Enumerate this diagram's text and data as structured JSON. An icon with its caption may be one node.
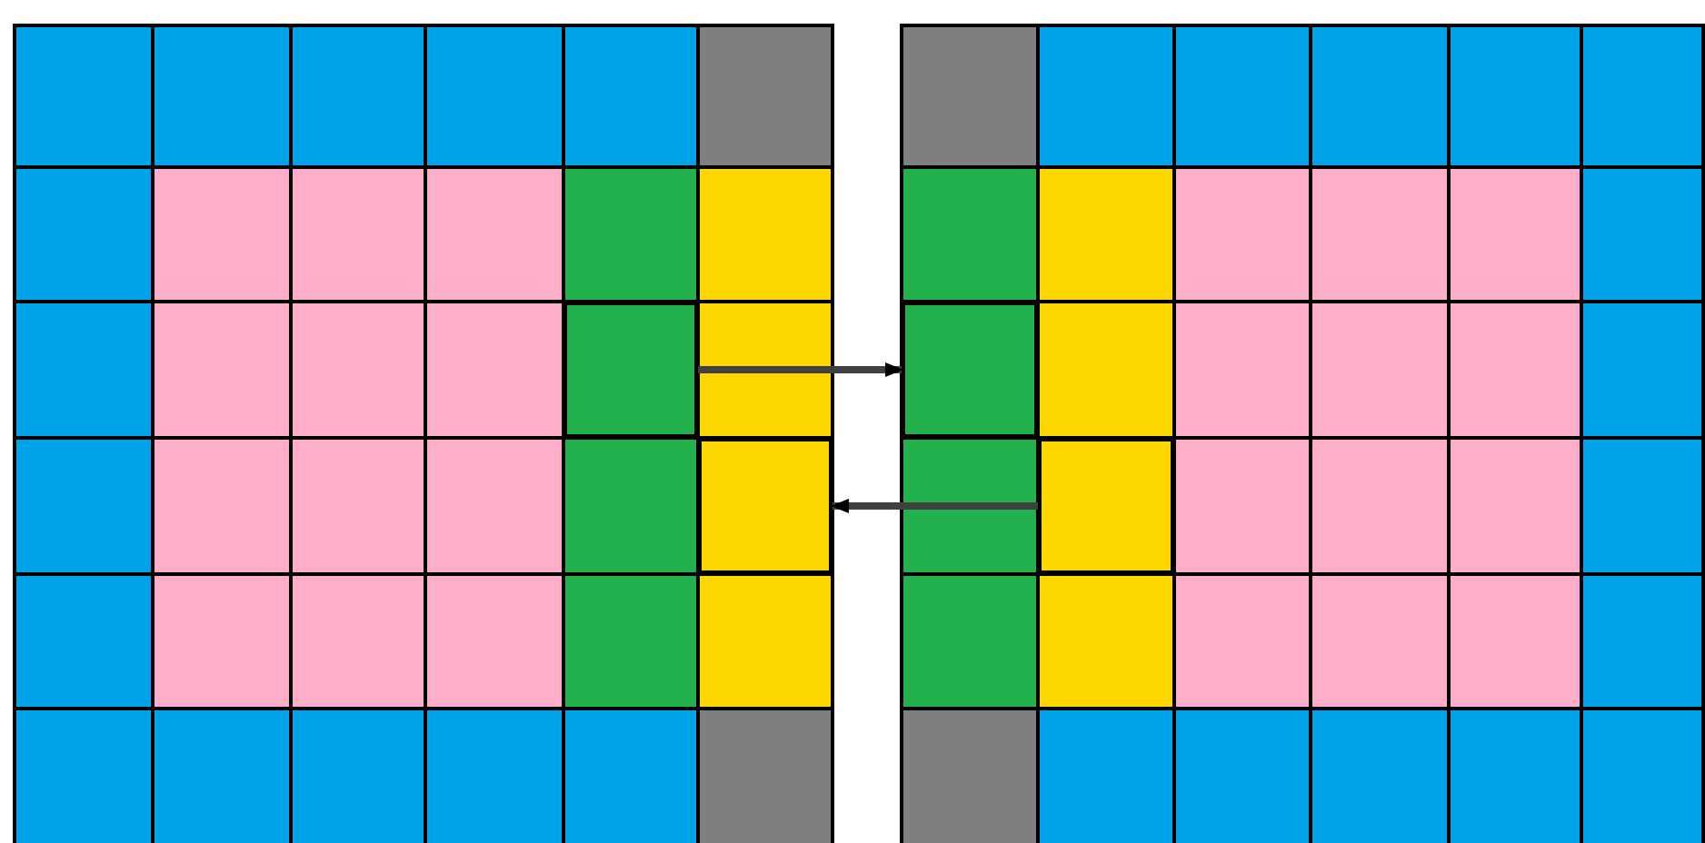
{
  "diagram": {
    "nodes": [
      {
        "text": [],
        "shape": "box"
      },
      {
        "text": [],
        "shape": "box"
      },
      {
        "text": [],
        "shape": "box"
      },
      {
        "text": [],
        "shape": "box"
      }
    ],
    "edges": [
      {
        "from": 0,
        "to": 1,
        "arrow": "to"
      },
      {
        "from": 3,
        "to": 2,
        "arrow": "to"
      }
    ]
  }
}
